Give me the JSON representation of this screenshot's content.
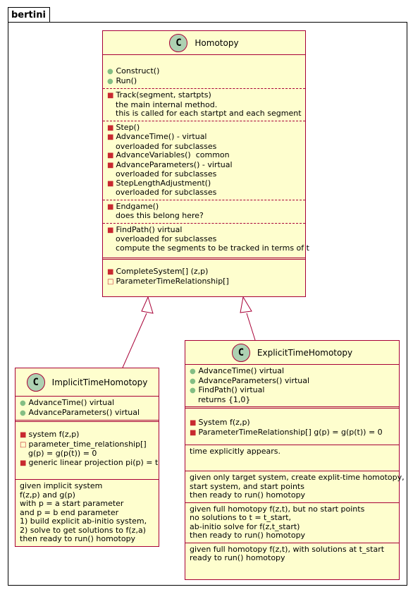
{
  "package": {
    "name": "bertini"
  },
  "homotopy": {
    "badge": "C",
    "name": "Homotopy",
    "groups": [
      [
        {
          "vis": "+",
          "text": "Construct()"
        },
        {
          "vis": "+",
          "text": "Run()"
        }
      ],
      [
        {
          "vis": "-",
          "text": "Track(segment, startpts)"
        },
        {
          "vis": "",
          "text": "the main internal method."
        },
        {
          "vis": "",
          "text": "this is called for each startpt and each segment"
        }
      ],
      [
        {
          "vis": "-",
          "text": "Step()"
        },
        {
          "vis": "-",
          "text": "AdvanceTime() - virtual"
        },
        {
          "vis": "",
          "text": "overloaded for subclasses"
        },
        {
          "vis": "-",
          "text": "AdvanceVariables()  common"
        },
        {
          "vis": "-",
          "text": "AdvanceParameters() - virtual"
        },
        {
          "vis": "",
          "text": "overloaded for subclasses"
        },
        {
          "vis": "-",
          "text": "StepLengthAdjustment()"
        },
        {
          "vis": "",
          "text": "overloaded for subclasses"
        }
      ],
      [
        {
          "vis": "-",
          "text": "Endgame()"
        },
        {
          "vis": "",
          "text": "does this belong here?"
        }
      ],
      [
        {
          "vis": "-",
          "text": "FindPath() virtual"
        },
        {
          "vis": "",
          "text": "overloaded for subclasses"
        },
        {
          "vis": "",
          "text": "compute the segments to be tracked in terms of t"
        }
      ]
    ],
    "fields": [
      {
        "vis": "-",
        "text": "CompleteSystem[] (z,p)"
      },
      {
        "vis": "o",
        "text": "ParameterTimeRelationship[]"
      }
    ]
  },
  "implicit": {
    "badge": "C",
    "name": "ImplicitTimeHomotopy",
    "methods": [
      {
        "vis": "+",
        "text": "AdvanceTime() virtual"
      },
      {
        "vis": "+",
        "text": "AdvanceParameters() virtual"
      }
    ],
    "fields": [
      {
        "vis": "-",
        "text": "system f(z,p)"
      },
      {
        "vis": "o",
        "text": "parameter_time_relationship[]"
      },
      {
        "vis": "",
        "text": "g(p) = g(p(t)) = 0"
      },
      {
        "vis": "-",
        "text": "generic linear projection pi(p) = t"
      }
    ],
    "notes": [
      "given implicit system",
      "f(z,p) and g(p)",
      "with p = a start parameter",
      "and p = b end parameter",
      "1) build explicit ab-initio system,",
      "2) solve to get solutions to f(z,a)",
      "then ready to run() homotopy"
    ]
  },
  "explicit": {
    "badge": "C",
    "name": "ExplicitTimeHomotopy",
    "methods": [
      {
        "vis": "+",
        "text": "AdvanceTime() virtual"
      },
      {
        "vis": "+",
        "text": "AdvanceParameters() virtual"
      },
      {
        "vis": "+",
        "text": "FindPath() virtual"
      },
      {
        "vis": "",
        "text": "returns {1,0}"
      }
    ],
    "fields": [
      {
        "vis": "-",
        "text": "System f(z,p)"
      },
      {
        "vis": "-",
        "text": "ParameterTimeRelationship[] g(p) = g(p(t)) = 0"
      }
    ],
    "note1": [
      "time explicitly appears."
    ],
    "note2": [
      "given only target system, create explit-time homotopy,",
      "start system, and start points",
      "then ready to run() homotopy"
    ],
    "note3": [
      "given full homotopy f(z,t), but no start points",
      "no solutions to t = t_start,",
      "ab-initio solve for f(z,t_start)",
      "then ready to run() homotopy"
    ],
    "note4": [
      "given full homotopy f(z,t), with solutions at t_start",
      "ready to run() homotopy"
    ]
  }
}
